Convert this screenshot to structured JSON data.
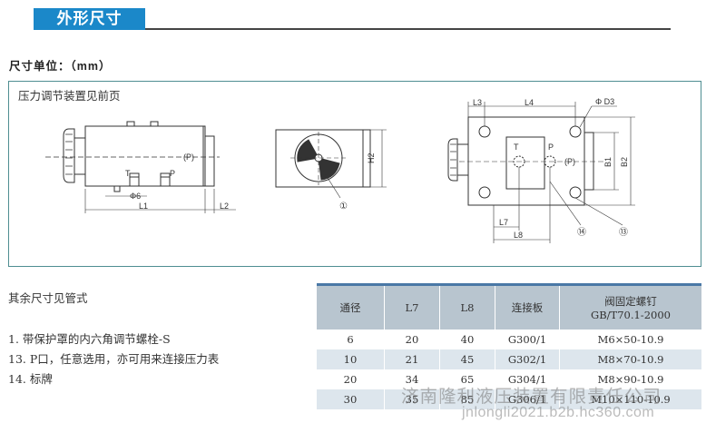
{
  "header": {
    "title": "外形尺寸"
  },
  "unit_line": "尺寸单位：（mm）",
  "drawing": {
    "note": "压力调节装置见前页",
    "labels": {
      "p_port": "(P)",
      "t": "T",
      "p": "P",
      "phi6": "Φ6",
      "l1": "L1",
      "l2": "L2",
      "h2": "H2",
      "callout_1": "①",
      "l3": "L3",
      "l4": "L4",
      "phi_d3": "Φ D3",
      "b1": "B1",
      "b2": "B2",
      "l7": "L7",
      "l8": "L8",
      "callout_14": "⑭",
      "callout_13": "⑬"
    }
  },
  "notes": {
    "intro": "其余尺寸见管式",
    "items": [
      "1. 带保护罩的内六角调节螺栓-S",
      "13. P口，任意选用，亦可用来连接压力表",
      "14. 标牌"
    ]
  },
  "table": {
    "headers": [
      "通径",
      "L7",
      "L8",
      "连接板",
      "阀固定螺钉",
      "GB/T70.1-2000"
    ],
    "rows": [
      [
        "6",
        "20",
        "40",
        "G300/1",
        "M6×50-10.9"
      ],
      [
        "10",
        "21",
        "45",
        "G302/1",
        "M8×70-10.9"
      ],
      [
        "20",
        "34",
        "65",
        "G304/1",
        "M8×90-10.9"
      ],
      [
        "30",
        "35",
        "85",
        "G306/1",
        "M10×110-10.9"
      ]
    ]
  },
  "watermark": {
    "company": "济南隆利液压装置有限责任公司",
    "site": "jnlongli2021.b2b.hc360.com"
  },
  "colors": {
    "header_bg": "#1b88c9",
    "frame": "#4f8e92",
    "table_header_bg": "#b8c5cf",
    "table_stripe": "#dde6ed",
    "table_top_rule": "#4a78a6"
  }
}
